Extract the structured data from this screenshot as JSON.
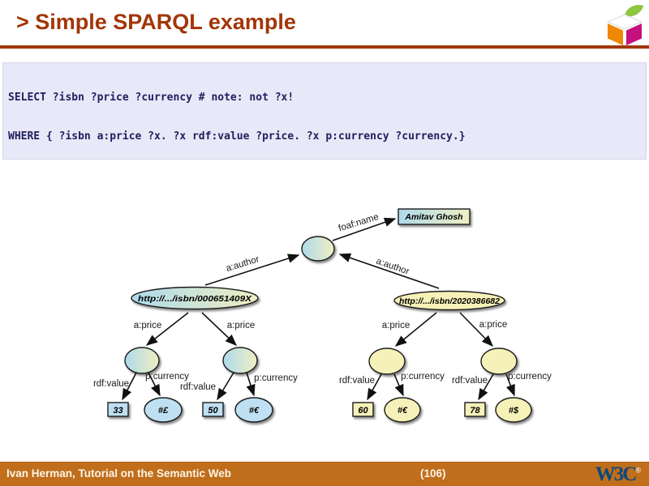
{
  "header": {
    "title": "> Simple SPARQL example",
    "logo": "semantic-web-cube-logo"
  },
  "code": {
    "line1": "SELECT ?isbn ?price ?currency # note: not ?x!",
    "line2": "WHERE { ?isbn a:price ?x. ?x rdf:value ?price. ?x p:currency ?currency.}"
  },
  "graph": {
    "edge_labels": {
      "foaf_name": "foaf:name",
      "a_author": "a:author",
      "a_price": "a:price",
      "rdf_value": "rdf:value",
      "p_currency": "p:currency"
    },
    "nodes": {
      "author_name": "Amitav Ghosh",
      "isbn1": "http://.../isbn/000651409X",
      "isbn2": "http://.../isbn/2020386682",
      "price1_value": "33",
      "price1_currency": "#£",
      "price2_value": "50",
      "price2_currency": "#€",
      "price3_value": "60",
      "price3_currency": "#€",
      "price4_value": "78",
      "price4_currency": "#$"
    }
  },
  "footer": {
    "left": "Ivan Herman, Tutorial on the Semantic Web",
    "page": "(106)",
    "w3c": "W3C",
    "registered": "®"
  },
  "colors": {
    "title_accent": "#A23608",
    "footer_bg": "#C06E1C",
    "code_bg": "#E8E8F8",
    "code_text": "#20205E",
    "node_blue": "#BFE0F2",
    "node_yellow": "#F6F1B8",
    "gradient_blue": "#AEDAEB",
    "gradient_yellow": "#EFEEC2",
    "w3c_blue": "#0B4A7A",
    "cube_orange": "#F08705",
    "cube_magenta": "#C4117E",
    "leaf_green": "#8DC63F"
  }
}
